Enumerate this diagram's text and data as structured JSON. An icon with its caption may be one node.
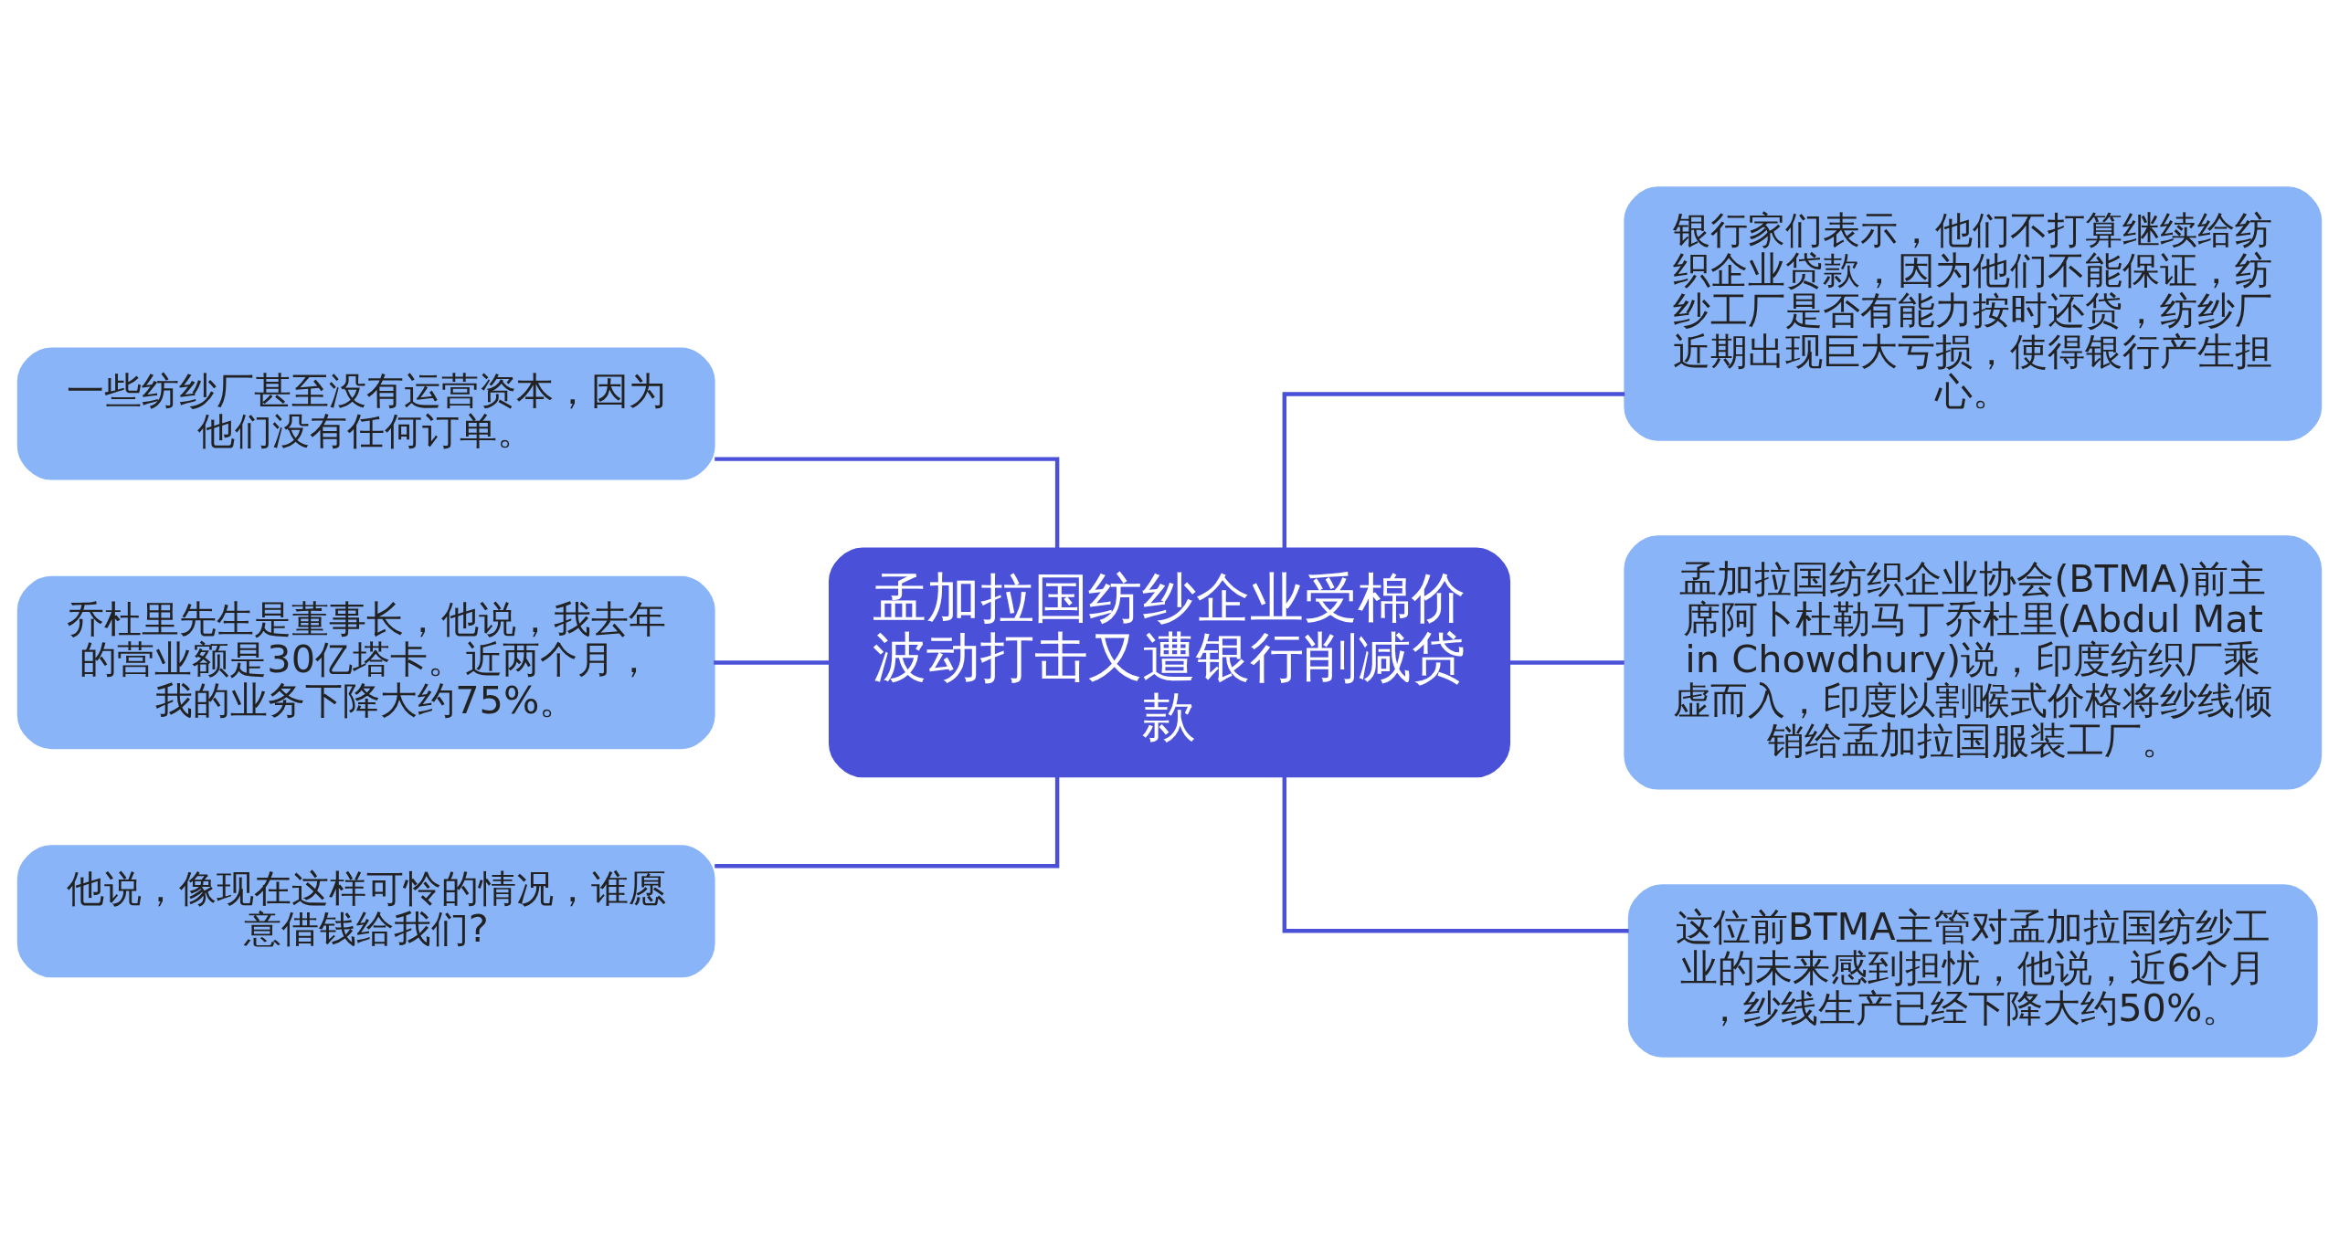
{
  "diagram": {
    "nodes": [
      {
        "text": [
          "孟加拉国纺纱企业受棉价波动打击又遭银行削减贷款"
        ]
      },
      {
        "text": [
          "一些纺纱厂甚至没有运营资本，因为他们没有任何订单。"
        ]
      },
      {
        "text": [
          "乔杜里先生是董事长，他说，我去年的营业额是30亿塔卡。近两个月，我的业务下降大约75%。"
        ]
      },
      {
        "text": [
          "他说，像现在这样可怜的情况，谁愿意借钱给我们?"
        ]
      },
      {
        "text": [
          "银行家们表示，他们不打算继续给纺织企业贷款，因为他们不能保证，纺纱工厂是否有能力按时还贷，纺纱厂近期出现巨大亏损，使得银行产生担心。"
        ]
      },
      {
        "text": [
          "孟加拉国纺织企业协会(BTMA)前主席阿卜杜勒马丁乔杜里(Abdul Matin Chowdhury)说，印度纺织厂乘虚而入，印度以割喉式价格将纱线倾销给孟加拉国服装工厂。"
        ]
      },
      {
        "text": [
          "这位前BTMA主管对孟加拉国纺纱工业的未来感到担忧，他说，近6个月，纱线生产已经下降大约50%。"
        ]
      }
    ],
    "edges": [
      {
        "from": 0,
        "to": 1,
        "arrow": "none"
      },
      {
        "from": 0,
        "to": 2,
        "arrow": "none"
      },
      {
        "from": 0,
        "to": 3,
        "arrow": "none"
      },
      {
        "from": 0,
        "to": 4,
        "arrow": "none"
      },
      {
        "from": 0,
        "to": 5,
        "arrow": "none"
      },
      {
        "from": 0,
        "to": 6,
        "arrow": "none"
      }
    ]
  }
}
